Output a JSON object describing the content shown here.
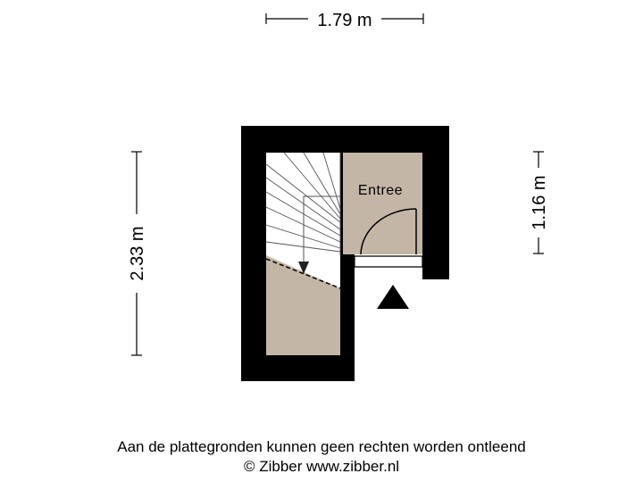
{
  "dimensions": {
    "width": "1.79 m",
    "height_left": "2.33 m",
    "height_right": "1.16 m"
  },
  "rooms": {
    "entree": "Entree"
  },
  "footer": {
    "disclaimer": "Aan de plattegronden kunnen geen rechten worden ontleend",
    "copyright": "© Zibber www.zibber.nl"
  },
  "colors": {
    "wall": "#000000",
    "floor": "#c4b6a6",
    "background": "#ffffff"
  }
}
